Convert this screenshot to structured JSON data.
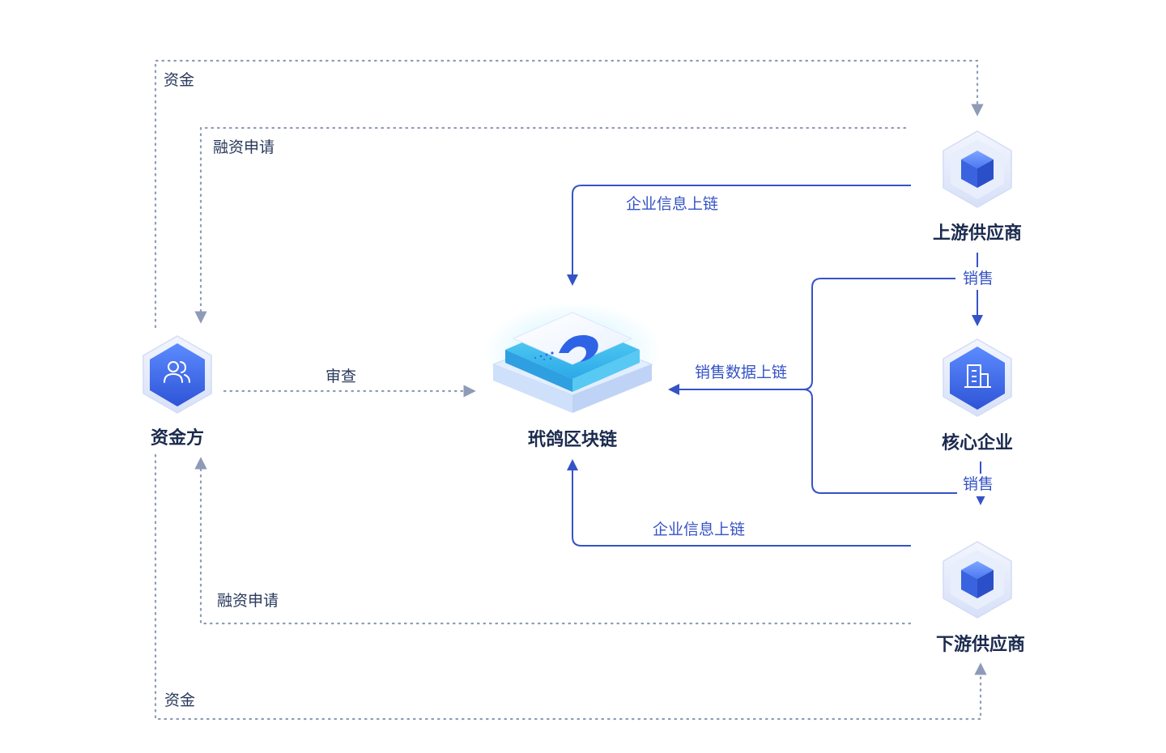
{
  "colors": {
    "dotted_line": "#8E9BB7",
    "solid_line": "#3553C6",
    "label_dark": "#2A3A5C",
    "label_blue": "#3553C6",
    "node_title": "#1B2A4E",
    "hex_light": "#E6ECFB",
    "hex_core": "#3E6CF0"
  },
  "nodes": {
    "funder": {
      "label": "资金方",
      "icon": "users-icon"
    },
    "blockchain": {
      "label": "玳鸽区块链",
      "icon": "wave-logo-icon"
    },
    "upstream": {
      "label": "上游供应商",
      "icon": "cube-icon"
    },
    "core": {
      "label": "核心企业",
      "icon": "building-icon"
    },
    "downstream": {
      "label": "下游供应商",
      "icon": "cube-icon"
    }
  },
  "edges": {
    "funds_top": "资金",
    "finance_apply_top": "融资申请",
    "upstream_info": "企业信息上链",
    "sales_up": "销售",
    "sales_data": "销售数据上链",
    "review": "审查",
    "sales_down": "销售",
    "downstream_info": "企业信息上链",
    "finance_apply_bottom": "融资申请",
    "funds_bottom": "资金"
  }
}
